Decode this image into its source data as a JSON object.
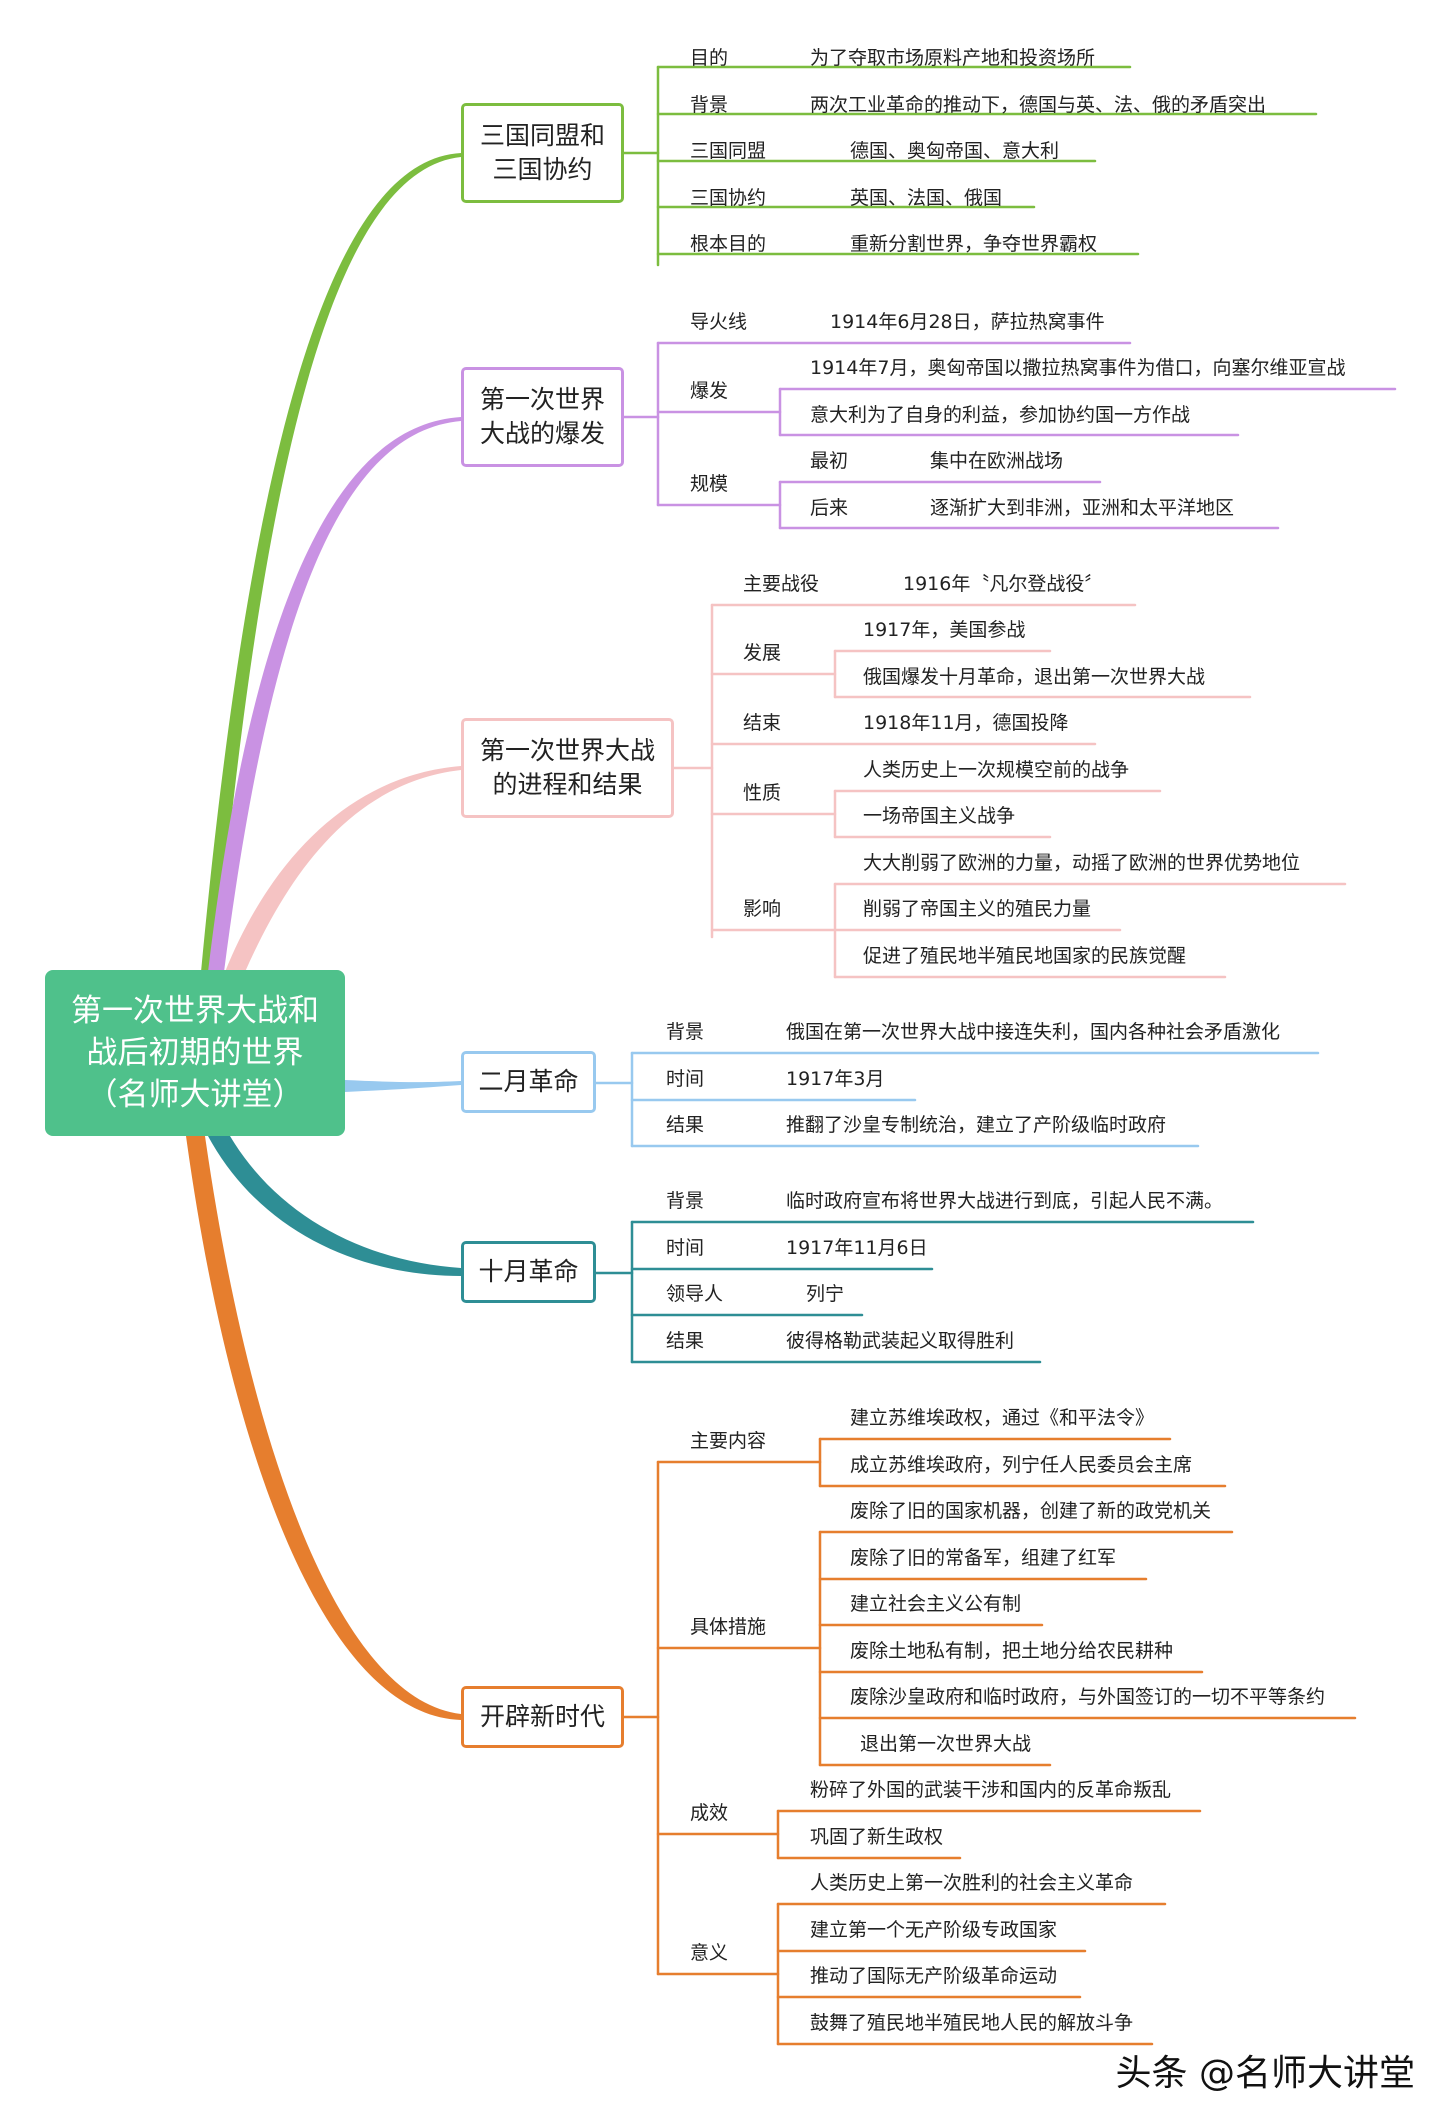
{
  "root": {
    "lines": [
      "第一次世界大战和",
      "战后初期的世界",
      "（名师大讲堂）"
    ],
    "color": "#4fc18b"
  },
  "branches": [
    {
      "lines": [
        "三国同盟和",
        "三国协约"
      ],
      "color": "#7cbd3f",
      "items": [
        {
          "label": "目的",
          "leaves": [
            "为了夺取市场原料产地和投资场所"
          ]
        },
        {
          "label": "背景",
          "leaves": [
            "两次工业革命的推动下，德国与英、法、俄的矛盾突出"
          ]
        },
        {
          "label": "三国同盟",
          "leaves": [
            "德国、奥匈帝国、意大利"
          ]
        },
        {
          "label": "三国协约",
          "leaves": [
            "英国、法国、俄国"
          ]
        },
        {
          "label": "根本目的",
          "leaves": [
            "重新分割世界，争夺世界霸权"
          ]
        }
      ]
    },
    {
      "lines": [
        "第一次世界",
        "大战的爆发"
      ],
      "color": "#c992e3",
      "items": [
        {
          "label": "导火线",
          "leaves": [
            "1914年6月28日，萨拉热窝事件"
          ]
        },
        {
          "label": "爆发",
          "leaves": [
            "1914年7月，奥匈帝国以撒拉热窝事件为借口，向塞尔维亚宣战",
            "意大利为了自身的利益，参加协约国一方作战"
          ]
        },
        {
          "label": "规模",
          "subs": [
            {
              "label": "最初",
              "leaf": "集中在欧洲战场"
            },
            {
              "label": "后来",
              "leaf": "逐渐扩大到非洲，亚洲和太平洋地区"
            }
          ]
        }
      ]
    },
    {
      "lines": [
        "第一次世界大战",
        "的进程和结果"
      ],
      "color": "#f5c3c3",
      "items": [
        {
          "label": "主要战役",
          "leaves": [
            "1916年〝凡尔登战役〞"
          ]
        },
        {
          "label": "发展",
          "leaves": [
            "1917年，美国参战",
            "俄国爆发十月革命，退出第一次世界大战"
          ]
        },
        {
          "label": "结束",
          "leaves": [
            "1918年11月，德国投降"
          ]
        },
        {
          "label": "性质",
          "leaves": [
            "人类历史上一次规模空前的战争",
            "一场帝国主义战争"
          ]
        },
        {
          "label": "影响",
          "leaves": [
            "大大削弱了欧洲的力量，动摇了欧洲的世界优势地位",
            "削弱了帝国主义的殖民力量",
            "促进了殖民地半殖民地国家的民族觉醒"
          ]
        }
      ]
    },
    {
      "lines": [
        "二月革命"
      ],
      "color": "#98c9ef",
      "items": [
        {
          "label": "背景",
          "leaves": [
            "俄国在第一次世界大战中接连失利，国内各种社会矛盾激化"
          ]
        },
        {
          "label": "时间",
          "leaves": [
            "1917年3月"
          ]
        },
        {
          "label": "结果",
          "leaves": [
            "推翻了沙皇专制统治，建立了产阶级临时政府"
          ]
        }
      ]
    },
    {
      "lines": [
        "十月革命"
      ],
      "color": "#2e8e95",
      "items": [
        {
          "label": "背景",
          "leaves": [
            "临时政府宣布将世界大战进行到底，引起人民不满。"
          ]
        },
        {
          "label": "时间",
          "leaves": [
            "1917年11月6日"
          ]
        },
        {
          "label": "领导人",
          "leaves": [
            "列宁"
          ]
        },
        {
          "label": "结果",
          "leaves": [
            "彼得格勒武装起义取得胜利"
          ]
        }
      ]
    },
    {
      "lines": [
        "开辟新时代"
      ],
      "color": "#e67e2e",
      "items": [
        {
          "label": "主要内容",
          "leaves": [
            "建立苏维埃政权，通过《和平法令》",
            "成立苏维埃政府，列宁任人民委员会主席"
          ]
        },
        {
          "label": "具体措施",
          "leaves": [
            "废除了旧的国家机器，创建了新的政党机关",
            "废除了旧的常备军，组建了红军",
            "建立社会主义公有制",
            "废除土地私有制，把土地分给农民耕种",
            "废除沙皇政府和临时政府，与外国签订的一切不平等条约",
            "退出第一次世界大战"
          ]
        },
        {
          "label": "成效",
          "leaves": [
            "粉碎了外国的武装干涉和国内的反革命叛乱",
            "巩固了新生政权"
          ]
        },
        {
          "label": "意义",
          "leaves": [
            "人类历史上第一次胜利的社会主义革命",
            "建立第一个无产阶级专政国家",
            "推动了国际无产阶级革命运动",
            "鼓舞了殖民地半殖民地人民的解放斗争"
          ]
        }
      ]
    }
  ],
  "watermark": "头条 @名师大讲堂"
}
